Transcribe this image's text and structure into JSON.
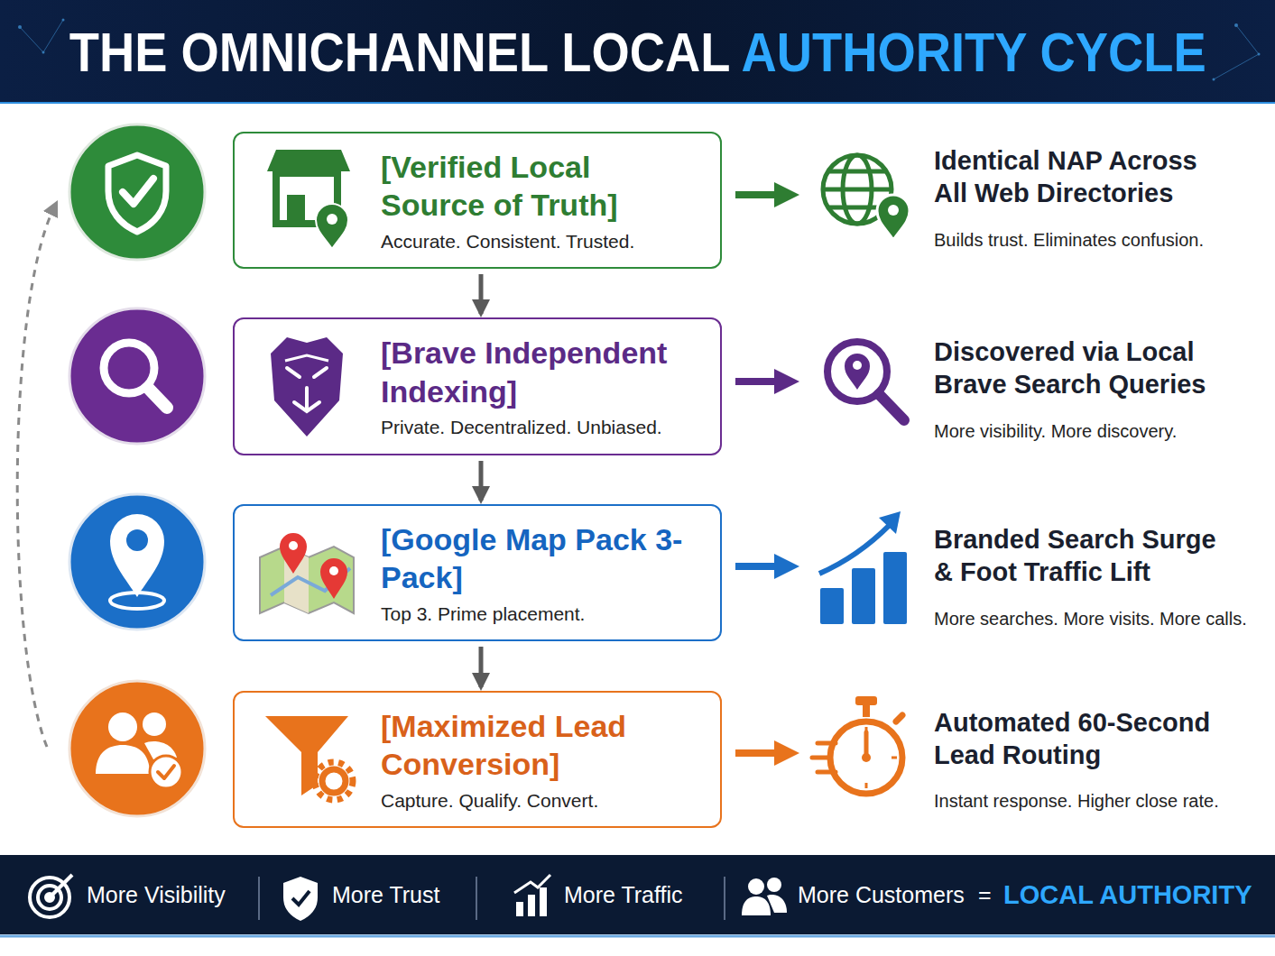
{
  "diagram": {
    "title": "THE OMNICHANNEL LOCAL AUTHORITY CYCLE",
    "nodes": [
      {
        "text": [
          "[Verified Local Source of Truth]",
          "Accurate. Consistent. Trusted."
        ]
      },
      {
        "text": [
          "[Brave Independent Indexing]",
          "Private. Decentralized. Unbiased."
        ]
      },
      {
        "text": [
          "[Google Map Pack 3-Pack]",
          "Top 3. Prime placement."
        ]
      },
      {
        "text": [
          "[Maximized Lead Conversion]",
          "Capture. Qualify. Convert."
        ]
      },
      {
        "text": [
          "More Visibility",
          "More Trust",
          "More Traffic",
          "More Customers",
          "=",
          "LOCAL AUTHORITY"
        ]
      }
    ],
    "edges": [
      {
        "from": 0,
        "to": 1,
        "arrow": "to"
      },
      {
        "from": 1,
        "to": 2,
        "arrow": "to"
      },
      {
        "from": 2,
        "to": 3,
        "arrow": "to"
      }
    ],
    "labels": [
      "Identical NAP Across All Web Directories",
      "Builds trust. Eliminates confusion.",
      "Discovered via Local Brave Search Queries",
      "More visibility. More discovery.",
      "Branded Search Surge & Foot Traffic Lift",
      "More searches. More visits. More calls.",
      "Automated 60-Second Lead Routing",
      "Instant response. Higher close rate."
    ]
  }
}
